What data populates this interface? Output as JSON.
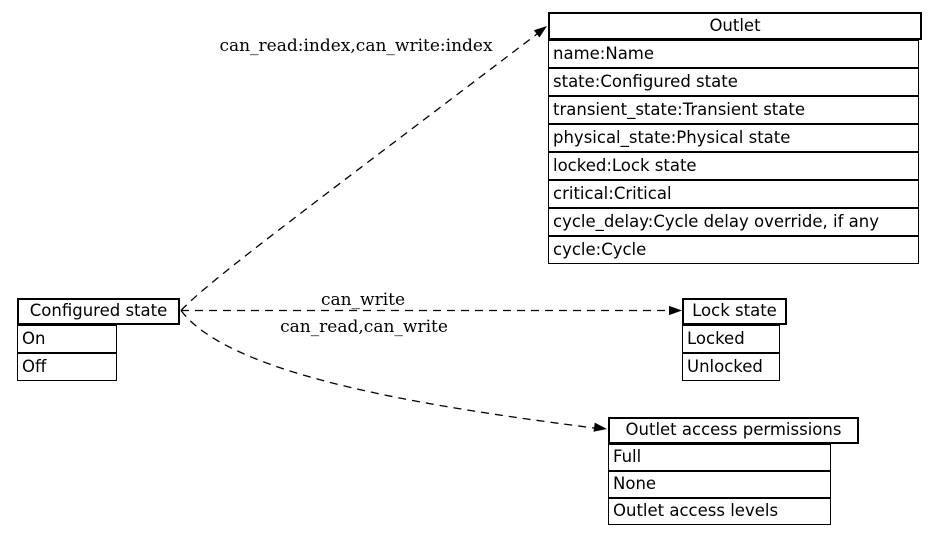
{
  "diagram": {
    "colors": {
      "background": "#ffffff",
      "line": "#000000",
      "text": "#000000"
    },
    "nodes": {
      "outlet": {
        "title": "Outlet",
        "rows": [
          "name:Name",
          "state:Configured state",
          "transient_state:Transient state",
          "physical_state:Physical state",
          "locked:Lock state",
          "critical:Critical",
          "cycle_delay:Cycle delay override, if any",
          "cycle:Cycle"
        ]
      },
      "configured_state": {
        "title": "Configured state",
        "rows": [
          "On",
          "Off"
        ]
      },
      "lock_state": {
        "title": "Lock state",
        "rows": [
          "Locked",
          "Unlocked"
        ]
      },
      "outlet_access_permissions": {
        "title": "Outlet access permissions",
        "rows": [
          "Full",
          "None",
          "Outlet access levels"
        ]
      }
    },
    "edges": {
      "configured_state_to_outlet": {
        "style": "dashed",
        "label": "can_read:index,can_write:index"
      },
      "configured_state_to_lock_state": {
        "style": "dashed",
        "label_above_line": "can_write",
        "label_below_line": "can_read,can_write"
      },
      "configured_state_to_outlet_access_permissions": {
        "style": "dashed",
        "label": ""
      }
    }
  }
}
